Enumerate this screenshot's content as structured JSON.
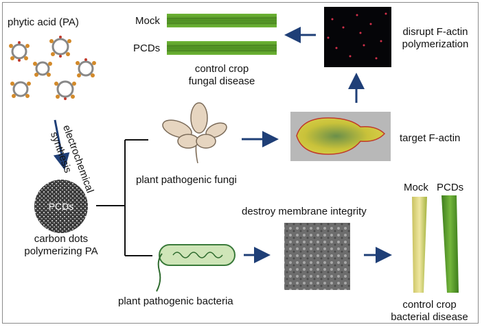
{
  "labels": {
    "phytic_acid": "phytic acid (PA)",
    "electrochemical": "electrochemical",
    "synthesis": "synthesis",
    "pcds_core": "PCDs",
    "carbon_dots_1": "carbon dots",
    "carbon_dots_2": "polymerizing PA",
    "mock_top": "Mock",
    "pcds_top": "PCDs",
    "fungal_1": "control crop",
    "fungal_2": "fungal disease",
    "disrupt_1": "disrupt F-actin",
    "disrupt_2": "polymerization",
    "target": "target F-actin",
    "fungi": "plant pathogenic fungi",
    "destroy": "destroy membrane integrity",
    "bacteria": "plant pathogenic bacteria",
    "mock_right": "Mock",
    "pcds_right": "PCDs",
    "bacterial_1": "control crop",
    "bacterial_2": "bacterial disease"
  },
  "colors": {
    "arrow": "#1f3f77",
    "line": "#111111",
    "leaf_green": "#5a9a2a",
    "leaf_yellow": "#d8c85a",
    "fungus_body": "#e6d5c0",
    "bacteria_body": "#cfe5b8"
  }
}
